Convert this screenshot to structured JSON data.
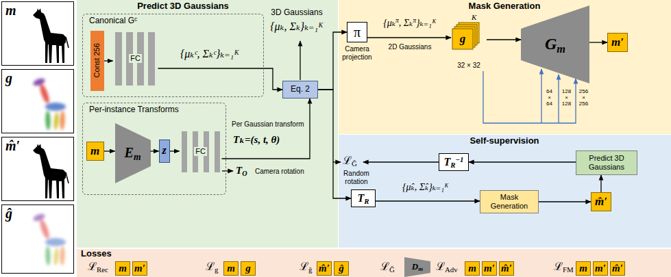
{
  "diagram": {
    "nodes": [
      {
        "text": [
          "m"
        ]
      },
      {
        "text": [
          "g"
        ]
      },
      {
        "text": [
          "m̂′"
        ]
      },
      {
        "text": [
          "ĝ"
        ]
      },
      {
        "text": [
          "Predict 3D Gaussians"
        ]
      },
      {
        "text": [
          "Canonical Gᶜ"
        ],
        "in": 4
      },
      {
        "text": [
          "Const 256"
        ],
        "in": 5
      },
      {
        "text": [
          "FC"
        ],
        "in": 5
      },
      {
        "text": [
          "Eq. 2"
        ],
        "in": 4
      },
      {
        "text": [
          "Per-instance Transforms"
        ],
        "in": 4
      },
      {
        "text": [
          "m"
        ],
        "in": 9
      },
      {
        "text": [
          "Em"
        ],
        "in": 9
      },
      {
        "text": [
          "z"
        ],
        "in": 9
      },
      {
        "text": [
          "FC"
        ],
        "in": 9
      },
      {
        "text": [
          "Mask Generation"
        ]
      },
      {
        "text": [
          "π"
        ],
        "in": 14
      },
      {
        "text": [
          "K",
          "g",
          "32 × 32"
        ],
        "in": 14
      },
      {
        "text": [
          "Gm"
        ],
        "in": 14
      },
      {
        "text": [
          "m′"
        ],
        "in": 14
      },
      {
        "text": [
          "Self-supervision"
        ]
      },
      {
        "text": [
          "TR−1"
        ],
        "in": 19
      },
      {
        "text": [
          "Predict 3D Gaussians"
        ],
        "in": 19
      },
      {
        "text": [
          "TR"
        ],
        "in": 19
      },
      {
        "text": [
          "Mask Generation"
        ],
        "in": 19
      },
      {
        "text": [
          "m̂′"
        ],
        "in": 19
      },
      {
        "text": [
          "Losses"
        ]
      },
      {
        "text": [
          "m"
        ],
        "in": 25
      },
      {
        "text": [
          "m′"
        ],
        "in": 25
      },
      {
        "text": [
          "m"
        ],
        "in": 25
      },
      {
        "text": [
          "g"
        ],
        "in": 25
      },
      {
        "text": [
          "m̂′"
        ],
        "in": 25
      },
      {
        "text": [
          "ĝ"
        ],
        "in": 25
      },
      {
        "text": [
          "Dm"
        ],
        "in": 25
      },
      {
        "text": [
          "m"
        ],
        "in": 25
      },
      {
        "text": [
          "m′"
        ],
        "in": 25
      },
      {
        "text": [
          "m̂′"
        ],
        "in": 25
      },
      {
        "text": [
          "m"
        ],
        "in": 25
      },
      {
        "text": [
          "m′"
        ],
        "in": 25
      },
      {
        "text": [
          "m̂′"
        ],
        "in": 25
      }
    ],
    "edges": [
      {
        "from": 6,
        "to": 7,
        "arrow": "to"
      },
      {
        "from": 7,
        "to": 8,
        "arrow": "to"
      },
      {
        "from": 10,
        "to": 11,
        "arrow": "to"
      },
      {
        "from": 11,
        "to": 12,
        "arrow": "to"
      },
      {
        "from": 12,
        "to": 13,
        "arrow": "to"
      },
      {
        "from": 13,
        "to": 8,
        "arrow": "to"
      },
      {
        "from": 8,
        "to": 15,
        "arrow": "to"
      },
      {
        "from": 8,
        "to": 22,
        "arrow": "to"
      },
      {
        "from": 15,
        "to": 16,
        "arrow": "to"
      },
      {
        "from": 16,
        "to": 17,
        "arrow": "to"
      },
      {
        "from": 16,
        "to": 17,
        "arrow": "to"
      },
      {
        "from": 17,
        "to": 18,
        "arrow": "to"
      },
      {
        "from": 22,
        "to": 23,
        "arrow": "to"
      },
      {
        "from": 23,
        "to": 24,
        "arrow": "to"
      },
      {
        "from": 24,
        "to": 21,
        "arrow": "to"
      },
      {
        "from": 21,
        "to": 20,
        "arrow": "to"
      }
    ],
    "labels": [
      "{μₖᶜ, Σₖᶜ}ₖ₌₁ᴷ",
      "3D Gaussians",
      "{μₖ, Σₖ}ₖ₌₁ᴷ",
      "Per Gaussian transform",
      "Tₖ=(s, t, θ)",
      "TO",
      "Camera rotation",
      "Camera projection",
      "{μₖπ, Σₖπ}ₖ₌₁ᴷ",
      "2D Gaussians",
      "64 × 64",
      "128 × 128",
      "256 × 256",
      "ℒĜ",
      "Random rotation",
      "{μ̂ₖ, Σ̂ₖ}ₖ₌₁ᴷ",
      "ℒRec",
      "ℒg",
      "ℒĝ",
      "ℒĜ",
      "ℒAdv",
      "ℒFM"
    ]
  }
}
